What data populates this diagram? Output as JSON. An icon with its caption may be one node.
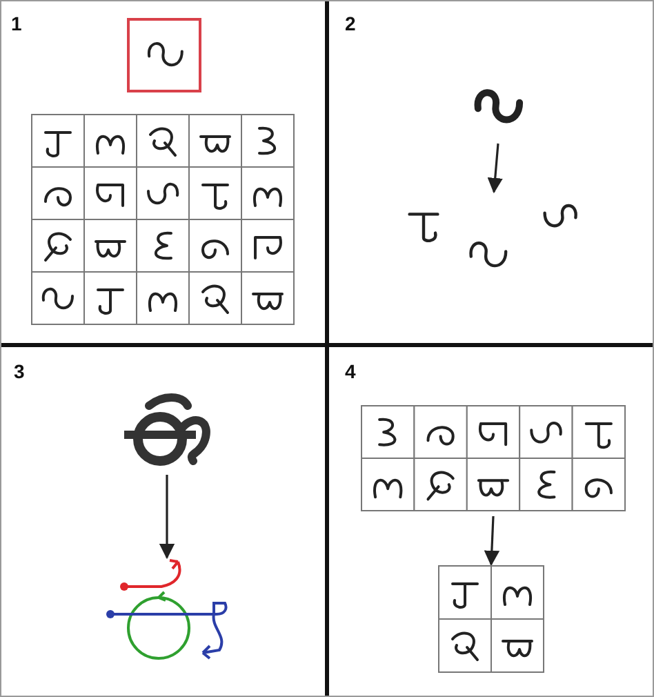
{
  "diagram": {
    "nodes": [
      {
        "text": [],
        "shape": "picture"
      },
      {
        "text": [],
        "shape": "picture"
      },
      {
        "text": [],
        "shape": "picture"
      },
      {
        "text": [],
        "shape": "picture"
      },
      {
        "text": [],
        "shape": "picture"
      },
      {
        "text": [],
        "shape": "picture"
      }
    ],
    "edges": [
      {
        "from": 0,
        "to": 1,
        "arrow": "to"
      },
      {
        "from": 2,
        "to": 3,
        "arrow": "to"
      },
      {
        "from": 4,
        "to": 5,
        "arrow": "to"
      }
    ],
    "labels": [
      "1",
      "2",
      "3",
      "4"
    ]
  }
}
